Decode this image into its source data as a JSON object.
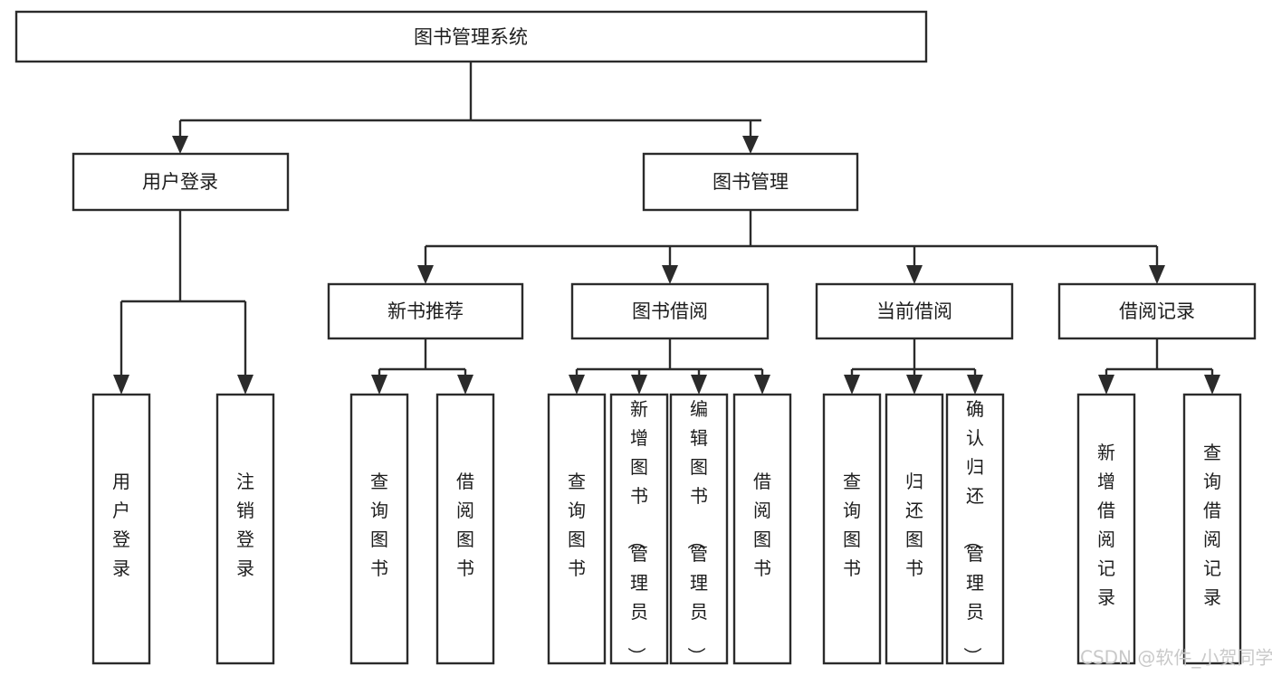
{
  "diagram": {
    "title": "图书管理系统",
    "type": "tree-hierarchy-diagram",
    "watermark": "CSDN @软件_小贺同学",
    "colors": {
      "stroke": "#2b2b2b",
      "box_fill": "#ffffff",
      "text": "#1d1d1d",
      "background": "#ffffff",
      "watermark": "#c9c9c9"
    },
    "levels": {
      "root": {
        "label": "图书管理系统"
      },
      "level2": [
        {
          "label": "用户登录"
        },
        {
          "label": "图书管理"
        }
      ],
      "level3": [
        {
          "label": "新书推荐"
        },
        {
          "label": "图书借阅"
        },
        {
          "label": "当前借阅"
        },
        {
          "label": "借阅记录"
        }
      ],
      "leaves_user_login": [
        {
          "label": "用户登录"
        },
        {
          "label": "注销登录"
        }
      ],
      "leaves_new_books": [
        {
          "label": "查询图书"
        },
        {
          "label": "借阅图书"
        }
      ],
      "leaves_borrow": [
        {
          "label": "查询图书"
        },
        {
          "label": "新增图书（管理员）"
        },
        {
          "label": "编辑图书（管理员）"
        },
        {
          "label": "借阅图书"
        }
      ],
      "leaves_current": [
        {
          "label": "查询图书"
        },
        {
          "label": "归还图书"
        },
        {
          "label": "确认归还（管理员）"
        }
      ],
      "leaves_records": [
        {
          "label": "新增借阅记录"
        },
        {
          "label": "查询借阅记录"
        }
      ]
    }
  }
}
